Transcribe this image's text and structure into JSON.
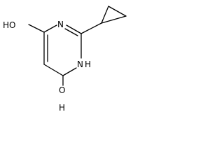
{
  "structure": {
    "labels": {
      "oxygen_hydroxyl": "HO",
      "nitrogen_ring": "N",
      "nitrogen_nh": "N",
      "hydrogen_nh": "H",
      "oxygen_hydroxyl_bottom": "O",
      "hydrogen_bottom": "H"
    }
  }
}
